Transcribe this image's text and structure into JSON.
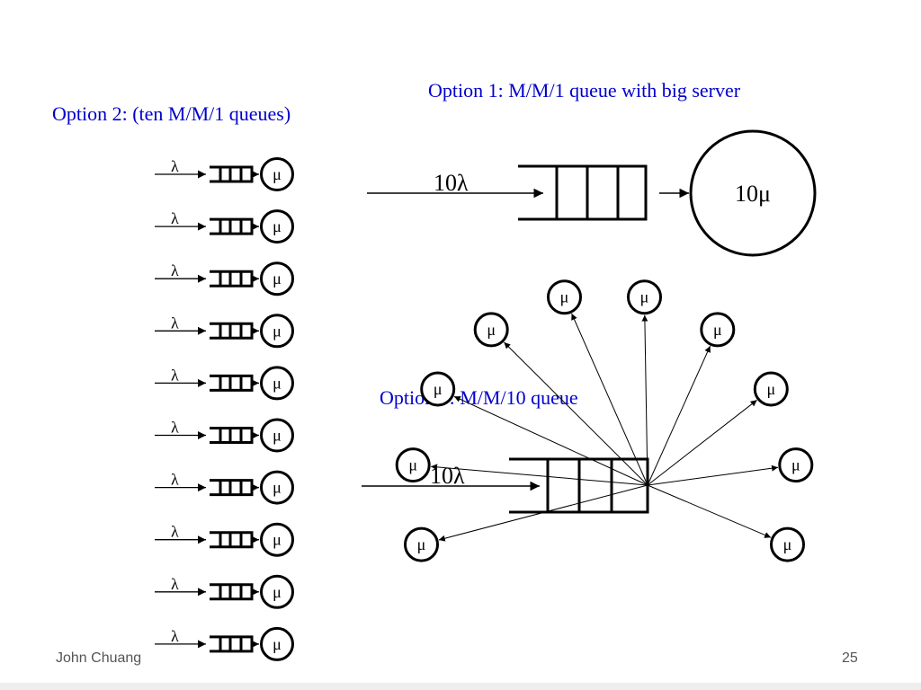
{
  "option1": {
    "title": "Option 1: M/M/1 queue with big server",
    "arrival_label": "10λ",
    "server_label": "10μ"
  },
  "option2": {
    "title": "Option 2: (ten M/M/1 queues)",
    "arrival_label": "λ",
    "server_label": "μ",
    "queue_count": 10
  },
  "option3": {
    "title": "Option 3: M/M/10 queue",
    "arrival_label": "10λ",
    "server_label": "μ",
    "server_count": 10
  },
  "footer": {
    "author": "John Chuang",
    "page_number": "25"
  }
}
